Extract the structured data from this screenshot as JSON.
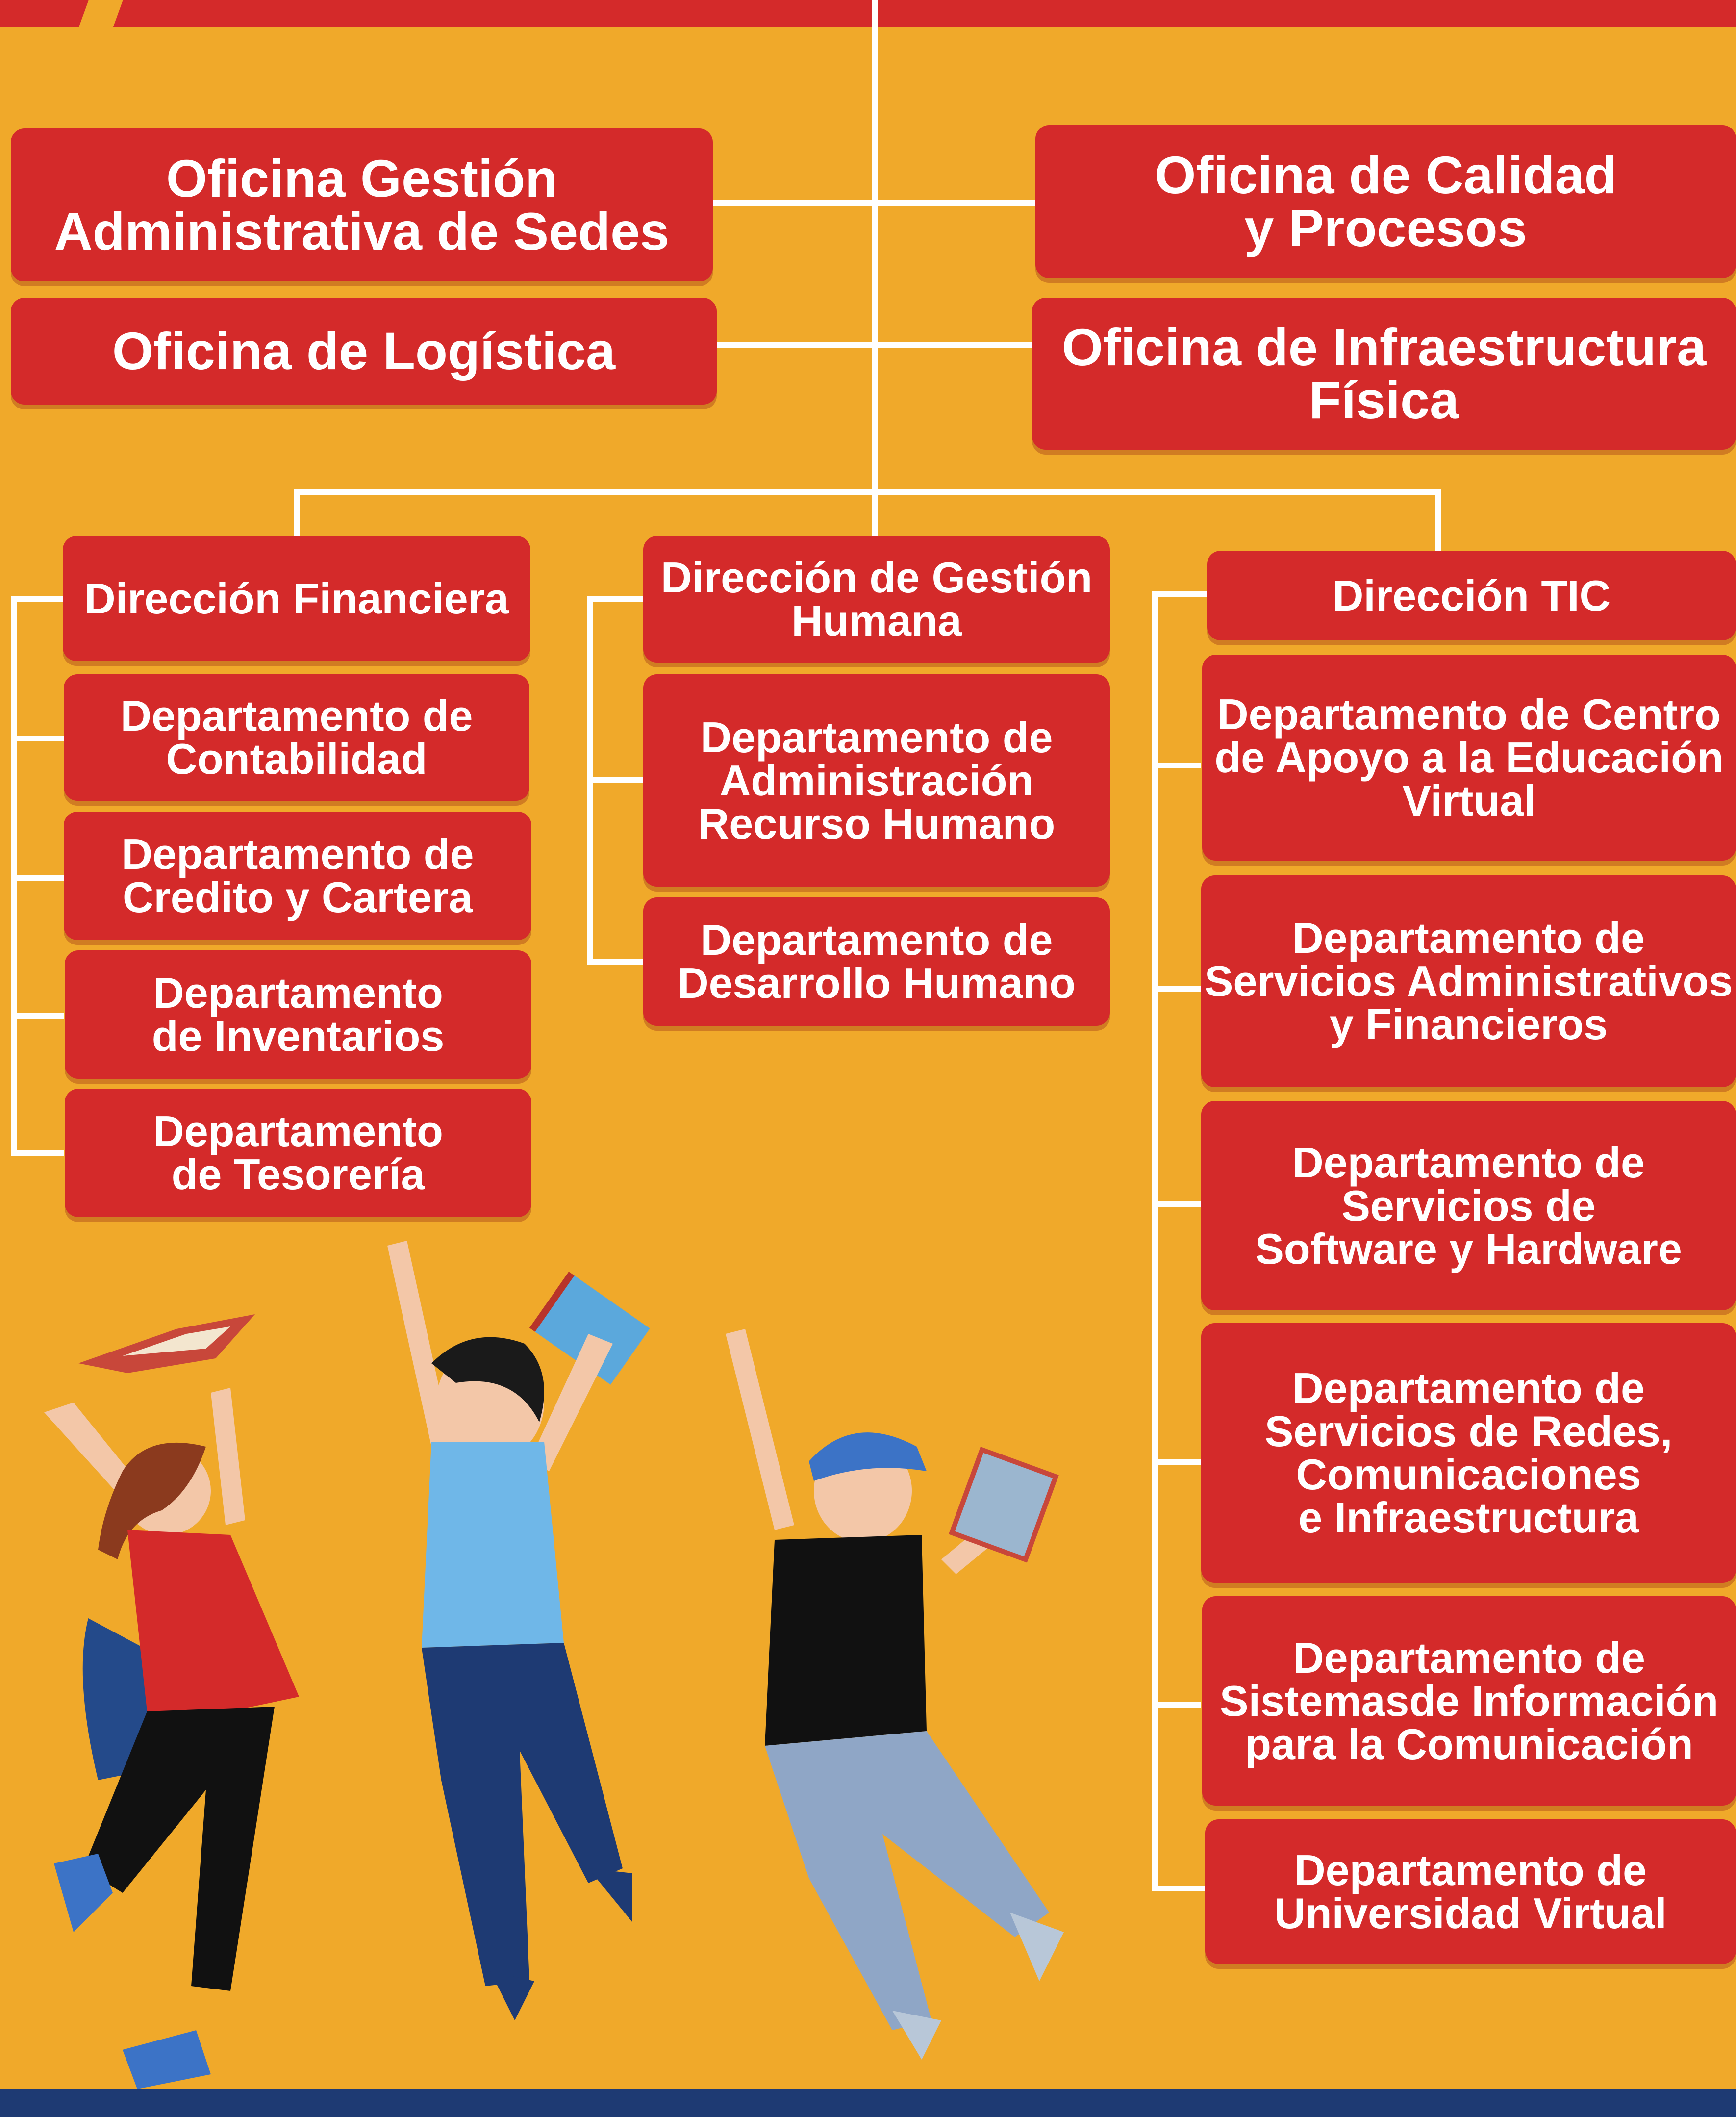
{
  "offices": {
    "gestion_sedes": "Oficina Gestión\nAdministrativa de Sedes",
    "logistica": "Oficina de Logística",
    "calidad": "Oficina de Calidad\ny Procesos",
    "infraestructura": "Oficina de Infraestructura\nFísica"
  },
  "financiera": {
    "title": "Dirección Financiera",
    "departments": [
      "Departamento de\nContabilidad",
      "Departamento de\nCredito y Cartera",
      "Departamento\nde Inventarios",
      "Departamento\nde Tesorería"
    ]
  },
  "humana": {
    "title": "Dirección de Gestión\nHumana",
    "departments": [
      "Departamento de\nAdministración\nRecurso Humano",
      "Departamento de\nDesarrollo Humano"
    ]
  },
  "tic": {
    "title": "Dirección TIC",
    "departments": [
      "Departamento de Centro\nde Apoyo a la Educación\nVirtual",
      "Departamento de\nServicios Administrativos\ny Financieros",
      "Departamento de\nServicios de\nSoftware y Hardware",
      "Departamento de\nServicios de Redes,\nComunicaciones\ne Infraestructura",
      "Departamento de\nSistemasde Información\npara la Comunicación",
      "Departamento de\nUniversidad Virtual"
    ]
  },
  "colors": {
    "background": "#F0A92A",
    "box": "#D42A2A",
    "line": "#FFFFFF"
  }
}
